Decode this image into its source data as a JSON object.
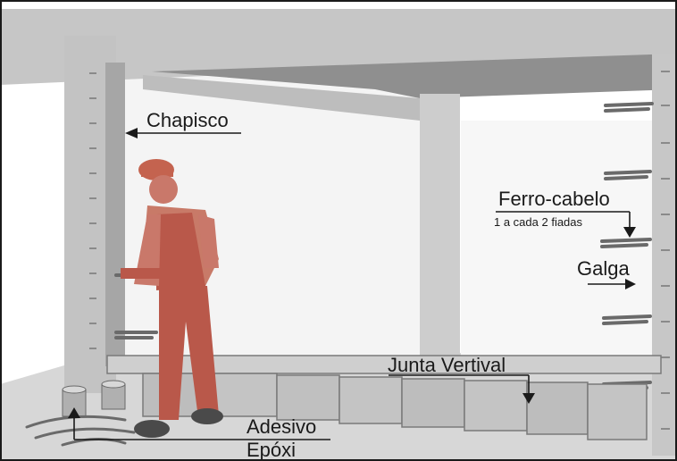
{
  "labels": {
    "chapisco": "Chapisco",
    "ferro_cabelo": "Ferro-cabelo",
    "ferro_cabelo_note": "1 a cada 2 fiadas",
    "galga": "Galga",
    "junta_vertical": "Junta Vertival",
    "adesivo": "Adesivo",
    "epoxi": "Epóxi"
  },
  "colors": {
    "concrete": "#c9c9c9",
    "concrete_dark": "#a9a9a9",
    "worker_skin": "#c9786a",
    "worker_body": "#b9584a",
    "block": "#bdbdbd"
  }
}
